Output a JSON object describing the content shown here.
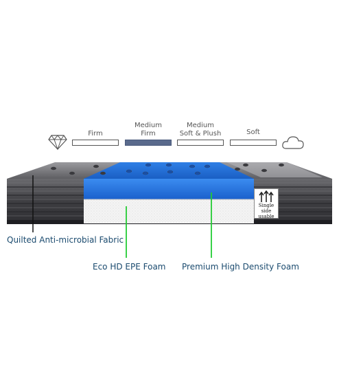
{
  "firmness_scale": {
    "levels": [
      {
        "label": "Firm",
        "active": false
      },
      {
        "label": "Medium\nFirm",
        "active": true
      },
      {
        "label": "Medium\nSoft & Plush",
        "active": false
      },
      {
        "label": "Soft",
        "active": false
      }
    ],
    "left_icon": "diamond-icon",
    "right_icon": "cloud-icon"
  },
  "sticker": {
    "icon": "upward-arrows-icon",
    "text_line1": "Single side",
    "text_line2": "usable"
  },
  "callouts": {
    "fabric": "Quilted Anti-microbial Fabric",
    "epe_foam": "Eco HD EPE Foam",
    "density_foam": "Premium High Density Foam"
  },
  "colors": {
    "active_bar": "#5a6a8c",
    "foam_blue": "#1f6fd6",
    "callout_line_green": "#22cc33",
    "callout_text": "#1a4a6e",
    "mattress_grey": "#4a4a4e"
  }
}
